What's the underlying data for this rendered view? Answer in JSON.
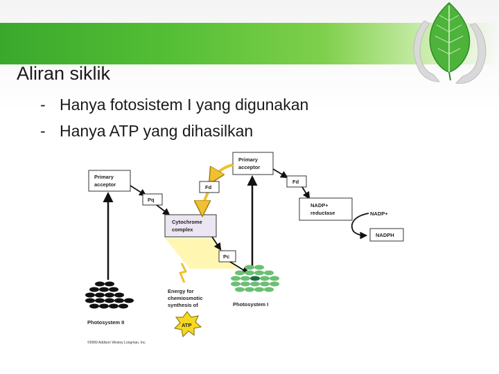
{
  "slide": {
    "title": "Aliran siklik",
    "bullets": [
      {
        "dash": "-",
        "text": "Hanya fotosistem I yang digunakan"
      },
      {
        "dash": "-",
        "text": "Hanya ATP yang dihasilkan"
      }
    ]
  },
  "diagram": {
    "ps2_primary_acceptor": [
      "Primary",
      "acceptor"
    ],
    "ps1_primary_acceptor": [
      "Primary",
      "acceptor"
    ],
    "pq": "Pq",
    "fd_left": "Fd",
    "fd_right": "Fd",
    "cytochrome": [
      "Cytochrome",
      "complex"
    ],
    "pc": "Pc",
    "nadp_reductase": [
      "NADP+",
      "reductase"
    ],
    "nadp_plus": "NADP+",
    "nadph": "NADPH",
    "energy": [
      "Energy for",
      "chemiosmotic",
      "synthesis of"
    ],
    "atp": "ATP",
    "photosystem2": "Photosystem II",
    "photosystem1": "Photosystem I",
    "copyright": "©9999 Addison Wesley Longman, Inc."
  },
  "colors": {
    "green_band": "#55bf35",
    "arrow_yellow": "#f0c030",
    "ps1_green": "#6bbf73",
    "ps1_center": "#1e6b43",
    "atp_yellow": "#f5d820",
    "cytochrome_fill": "#ece6f2"
  }
}
